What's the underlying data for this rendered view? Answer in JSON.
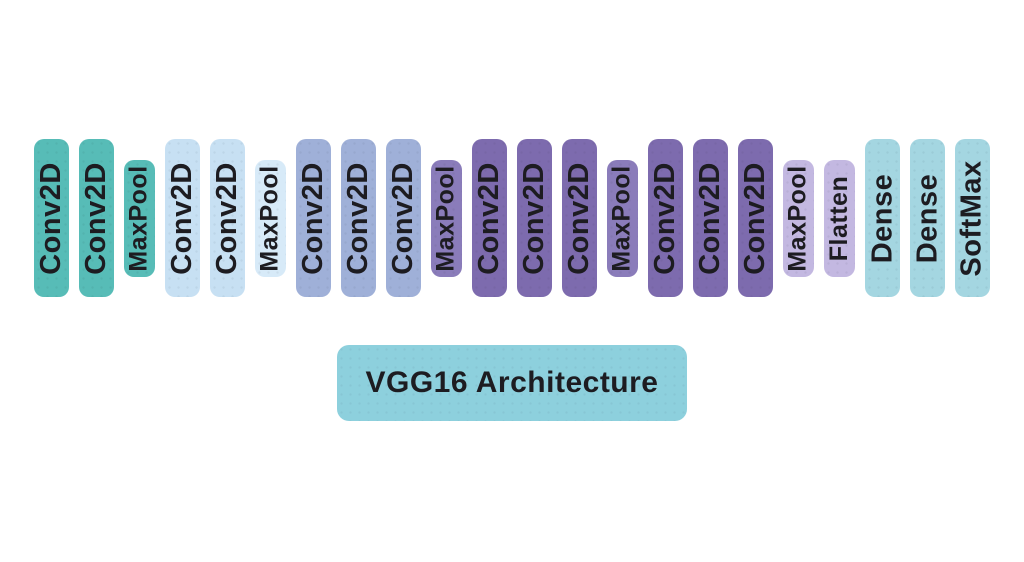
{
  "diagram": {
    "title": {
      "label": "VGG16 Architecture",
      "bg_color": "#8dd0dd",
      "text_color": "#1d1c21"
    },
    "colors": {
      "background": "#ffffff",
      "label_text": "#1d1c21",
      "teal": "#57bcb7",
      "light_blue": "#c7e0f3",
      "light_blue_pool": "#d7eaf8",
      "periwinkle": "#9fb0d8",
      "purple": "#7d6bae",
      "purple_pool": "#8a7cba",
      "lavender": "#c3b8e1",
      "cyan": "#a4d6e1"
    },
    "layers": [
      {
        "label": "Conv2D",
        "size": "tall",
        "color": "#57bcb7"
      },
      {
        "label": "Conv2D",
        "size": "tall",
        "color": "#57bcb7"
      },
      {
        "label": "MaxPool",
        "size": "short",
        "color": "#57bcb7"
      },
      {
        "label": "Conv2D",
        "size": "tall",
        "color": "#c7e0f3"
      },
      {
        "label": "Conv2D",
        "size": "tall",
        "color": "#c7e0f3"
      },
      {
        "label": "MaxPool",
        "size": "short",
        "color": "#d7eaf8"
      },
      {
        "label": "Conv2D",
        "size": "tall",
        "color": "#9fb0d8"
      },
      {
        "label": "Conv2D",
        "size": "tall",
        "color": "#9fb0d8"
      },
      {
        "label": "Conv2D",
        "size": "tall",
        "color": "#9fb0d8"
      },
      {
        "label": "MaxPool",
        "size": "short",
        "color": "#8a7cba"
      },
      {
        "label": "Conv2D",
        "size": "tall",
        "color": "#7d6bae"
      },
      {
        "label": "Conv2D",
        "size": "tall",
        "color": "#7d6bae"
      },
      {
        "label": "Conv2D",
        "size": "tall",
        "color": "#7d6bae"
      },
      {
        "label": "MaxPool",
        "size": "short",
        "color": "#8a7cba"
      },
      {
        "label": "Conv2D",
        "size": "tall",
        "color": "#7d6bae"
      },
      {
        "label": "Conv2D",
        "size": "tall",
        "color": "#7d6bae"
      },
      {
        "label": "Conv2D",
        "size": "tall",
        "color": "#7d6bae"
      },
      {
        "label": "MaxPool",
        "size": "short",
        "color": "#c3b8e1"
      },
      {
        "label": "Flatten",
        "size": "short",
        "color": "#c3b8e1"
      },
      {
        "label": "Dense",
        "size": "tall",
        "color": "#a4d6e1"
      },
      {
        "label": "Dense",
        "size": "tall",
        "color": "#a4d6e1"
      },
      {
        "label": "SoftMax",
        "size": "tall",
        "color": "#a4d6e1"
      }
    ]
  }
}
